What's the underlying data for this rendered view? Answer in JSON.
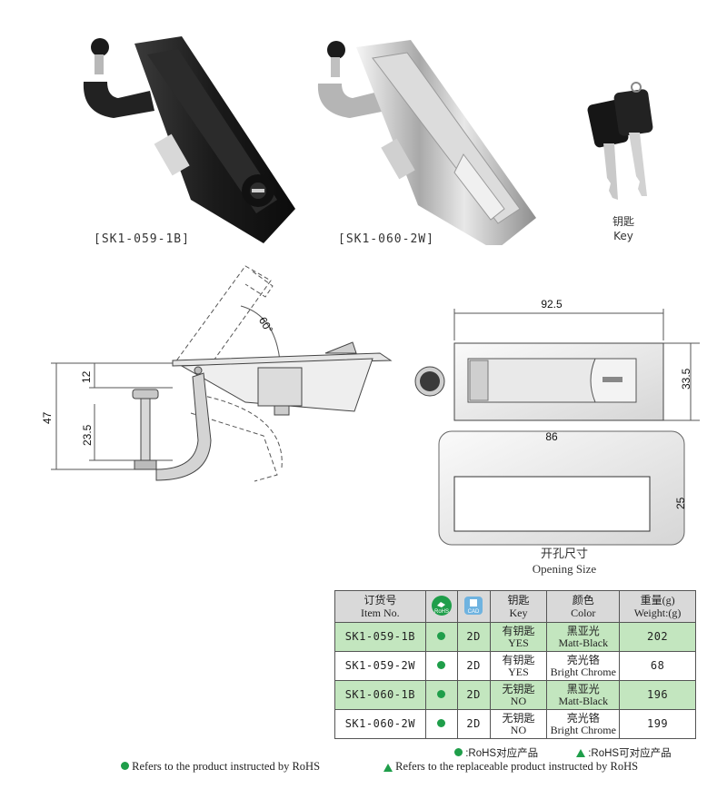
{
  "products": {
    "black_caption": "[SK1-059-1B]",
    "chrome_caption": "[SK1-060-2W]",
    "key_caption_cn": "钥匙",
    "key_caption_en": "Key"
  },
  "drawing": {
    "angle": "60°",
    "dim_total_height": "47",
    "dim_top": "12",
    "dim_lower": "23.5",
    "dim_length": "92.5",
    "dim_width": "33.5",
    "cutout_length": "86",
    "cutout_width": "25",
    "opening_cn": "开孔尺寸",
    "opening_en": "Opening Size"
  },
  "table": {
    "head_item_cn": "订货号",
    "head_item_en": "Item No.",
    "head_rohs": "RoHS",
    "head_cad": "CAD",
    "head_key_cn": "钥匙",
    "head_key_en": "Key",
    "head_color_cn": "颜色",
    "head_color_en": "Color",
    "head_weight_cn": "重量(g)",
    "head_weight_en": "Weight:(g)",
    "rows": [
      {
        "item": "SK1-059-1B",
        "cad": "2D",
        "key_cn": "有钥匙",
        "key_en": "YES",
        "color_cn": "黑亚光",
        "color_en": "Matt-Black",
        "weight": "202"
      },
      {
        "item": "SK1-059-2W",
        "cad": "2D",
        "key_cn": "有钥匙",
        "key_en": "YES",
        "color_cn": "亮光铬",
        "color_en": "Bright Chrome",
        "weight": "68"
      },
      {
        "item": "SK1-060-1B",
        "cad": "2D",
        "key_cn": "无钥匙",
        "key_en": "NO",
        "color_cn": "黑亚光",
        "color_en": "Matt-Black",
        "weight": "196"
      },
      {
        "item": "SK1-060-2W",
        "cad": "2D",
        "key_cn": "无钥匙",
        "key_en": "NO",
        "color_cn": "亮光铬",
        "color_en": "Bright Chrome",
        "weight": "199"
      }
    ]
  },
  "legend": {
    "rohs_cn": ":RoHS对应产品",
    "replace_cn": ":RoHS可对应产品"
  },
  "footer": {
    "rohs_en": "Refers to the product instructed by RoHS",
    "replace_en": "Refers to the replaceable product instructed by RoHS"
  },
  "colors": {
    "green": "#1f9e4a",
    "row_green": "#c3e6bf",
    "header_gray": "#d9d9d9"
  }
}
